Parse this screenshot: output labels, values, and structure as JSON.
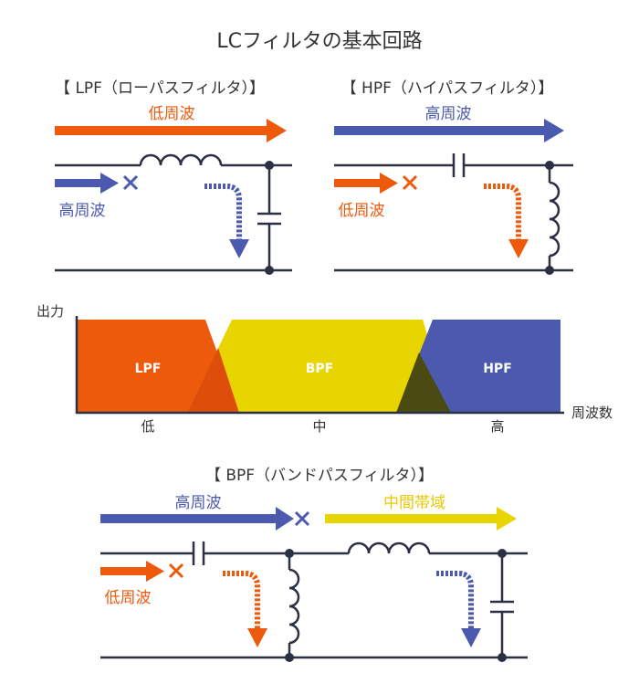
{
  "title": "LCフィルタの基本回路",
  "colors": {
    "orange": "#ee5a0c",
    "blue": "#4b5aae",
    "yellow": "#e8d500",
    "wire": "#2b3044",
    "lpf_fill": "#ee5a0c",
    "bpf_fill": "#e8d500",
    "hpf_fill": "#4b5aae"
  },
  "lpf": {
    "heading": "【 LPF（ローパスフィルタ）】",
    "top_arrow_label": "低周波",
    "blocked_label": "高周波",
    "blocked_icon": "cross-icon"
  },
  "hpf": {
    "heading": "【 HPF（ハイパスフィルタ）】",
    "top_arrow_label": "高周波",
    "blocked_label": "低周波",
    "blocked_icon": "cross-icon"
  },
  "response": {
    "ylabel": "出力",
    "xlabel": "周波数",
    "bands": [
      "LPF",
      "BPF",
      "HPF"
    ],
    "ticks": [
      "低",
      "中",
      "高"
    ]
  },
  "bpf": {
    "heading": "【 BPF（バンドパスフィルタ）】",
    "high_label": "高周波",
    "mid_label": "中間帯域",
    "low_label": "低周波",
    "blocked_icon": "cross-icon"
  }
}
